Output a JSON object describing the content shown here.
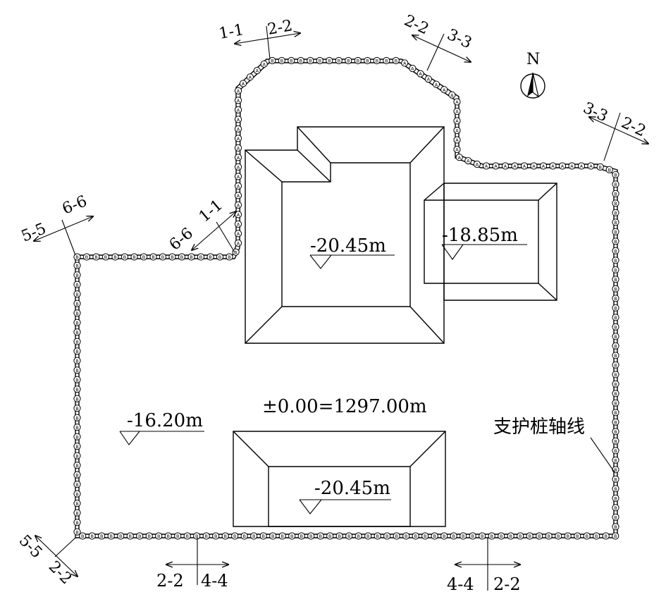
{
  "north_label": "N",
  "ground_datum": "±0.00=1297.00m",
  "pile_axis_label": "支护桩轴线",
  "levels": {
    "pit_main": "-20.45m",
    "pit_east": "-18.85m",
    "pit_south": "-20.45m",
    "base_general": "-16.20m"
  },
  "sections": {
    "s1": {
      "left": "1-1",
      "right": "2-2"
    },
    "s2": {
      "left": "2-2",
      "right": "3-3"
    },
    "s3": {
      "left": "3-3",
      "right": "2-2"
    },
    "s4": {
      "left": "5-5",
      "right": "6-6"
    },
    "s5": {
      "left": "6-6",
      "right": "1-1"
    },
    "s6": {
      "left": "5-5",
      "right": "2-2"
    },
    "s7": {
      "left": "2-2",
      "right": "4-4"
    },
    "s8": {
      "left": "4-4",
      "right": "2-2"
    }
  },
  "pile_types": {
    "a": "A",
    "b": "B"
  }
}
